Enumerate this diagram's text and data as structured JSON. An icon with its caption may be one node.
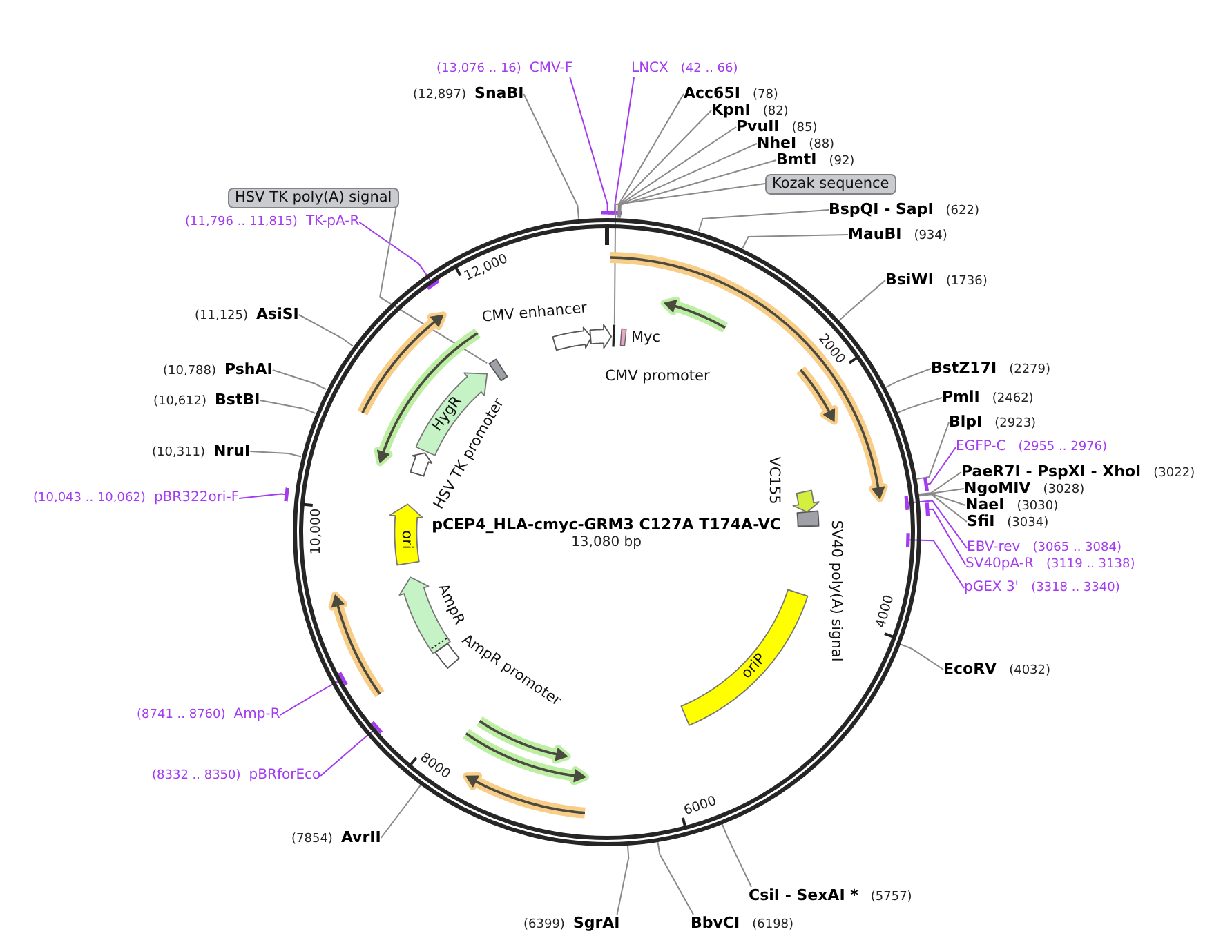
{
  "diagram": {
    "nodes": [
      {
        "text": [
          "pCEP4_HLA-cmyc-GRM3 C127A T174A-VC",
          "13,080 bp"
        ]
      },
      {
        "text": [],
        "shape": "arrow",
        "in": 0,
        "beside": [
          "CMV enhancer"
        ]
      },
      {
        "text": [],
        "shape": "arrow",
        "in": 0,
        "beside": [
          "CMV promoter"
        ]
      },
      {
        "text": [],
        "shape": "bar",
        "in": 0
      },
      {
        "text": [],
        "shape": "bar",
        "in": 0,
        "beside": [
          "Myc"
        ]
      },
      {
        "text": [],
        "shape": "box",
        "in": 0
      },
      {
        "text": [
          "HygR"
        ],
        "in": 0
      },
      {
        "text": [],
        "shape": "arrow",
        "in": 0,
        "beside": [
          "HSV TK promoter"
        ]
      },
      {
        "text": [
          "ori"
        ],
        "in": 0
      },
      {
        "text": [],
        "shape": "arrow",
        "in": 0,
        "beside": [
          "AmpR"
        ]
      },
      {
        "text": [],
        "shape": "box",
        "in": 0,
        "beside": [
          "AmpR promoter"
        ]
      },
      {
        "text": [
          "oriP"
        ],
        "in": 0
      },
      {
        "text": [],
        "shape": "box",
        "in": 0,
        "beside": [
          "SV40 poly(A) signal"
        ]
      },
      {
        "text": [],
        "shape": "arrow",
        "in": 0,
        "beside": [
          "VC155"
        ]
      },
      {
        "text": [
          "(13,076 .. 16)",
          "CMV-F"
        ]
      },
      {
        "text": [
          "LNCX",
          "(42 .. 66)"
        ]
      },
      {
        "text": [
          "Acc65I",
          "(78)"
        ]
      },
      {
        "text": [
          "KpnI",
          "(82)"
        ]
      },
      {
        "text": [
          "PvuII",
          "(85)"
        ]
      },
      {
        "text": [
          "NheI",
          "(88)"
        ]
      },
      {
        "text": [
          "BmtI",
          "(92)"
        ]
      },
      {
        "text": [
          "Kozak sequence"
        ]
      },
      {
        "text": [
          "BspQI - SapI",
          "(622)"
        ]
      },
      {
        "text": [
          "MauBI",
          "(934)"
        ]
      },
      {
        "text": [
          "BsiWI",
          "(1736)"
        ]
      },
      {
        "text": [
          "BstZ17I",
          "(2279)"
        ]
      },
      {
        "text": [
          "PmlI",
          "(2462)"
        ]
      },
      {
        "text": [
          "BlpI",
          "(2923)"
        ]
      },
      {
        "text": [
          "EGFP-C",
          "(2955 .. 2976)"
        ]
      },
      {
        "text": [
          "PaeR7I - PspXI - XhoI",
          "(3022)"
        ]
      },
      {
        "text": [
          "NgoMIV",
          "(3028)"
        ]
      },
      {
        "text": [
          "NaeI",
          "(3030)"
        ]
      },
      {
        "text": [
          "SfiI",
          "(3034)"
        ]
      },
      {
        "text": [
          "EBV-rev",
          "(3065 .. 3084)"
        ]
      },
      {
        "text": [
          "SV40pA-R",
          "(3119 .. 3138)"
        ]
      },
      {
        "text": [
          "pGEX 3'",
          "(3318 .. 3340)"
        ]
      },
      {
        "text": [
          "EcoRV",
          "(4032)"
        ]
      },
      {
        "text": [
          "CsiI - SexAI *",
          "(5757)"
        ]
      },
      {
        "text": [
          "BbvCI",
          "(6198)"
        ]
      },
      {
        "text": [
          "(6399)",
          "SgrAI"
        ]
      },
      {
        "text": [
          "(7854)",
          "AvrII"
        ]
      },
      {
        "text": [
          "(8332 .. 8350)",
          "pBRforEco"
        ]
      },
      {
        "text": [
          "(8741 .. 8760)",
          "Amp-R"
        ]
      },
      {
        "text": [
          "(10,043 .. 10,062)",
          "pBR322ori-F"
        ]
      },
      {
        "text": [
          "(10,311)",
          "NruI"
        ]
      },
      {
        "text": [
          "(10,612)",
          "BstBI"
        ]
      },
      {
        "text": [
          "(10,788)",
          "PshAI"
        ]
      },
      {
        "text": [
          "(11,125)",
          "AsiSI"
        ]
      },
      {
        "text": [
          "(11,796 .. 11,815)",
          "TK-pA-R"
        ]
      },
      {
        "text": [
          "HSV TK poly(A) signal"
        ]
      },
      {
        "text": [
          "(12,897)",
          "SnaBI"
        ]
      }
    ],
    "edges": [
      {
        "from": 14,
        "to": 0,
        "arrow": "other",
        "color": "#a33cf0"
      },
      {
        "from": 15,
        "to": 0,
        "arrow": "other",
        "color": "#a33cf0"
      },
      {
        "from": 16,
        "to": 0,
        "arrow": "none"
      },
      {
        "from": 17,
        "to": 0,
        "arrow": "none"
      },
      {
        "from": 18,
        "to": 0,
        "arrow": "none"
      },
      {
        "from": 19,
        "to": 0,
        "arrow": "none"
      },
      {
        "from": 20,
        "to": 0,
        "arrow": "none"
      },
      {
        "from": 21,
        "to": 3,
        "arrow": "none"
      },
      {
        "from": 22,
        "to": 0,
        "arrow": "none"
      },
      {
        "from": 23,
        "to": 0,
        "arrow": "none"
      },
      {
        "from": 24,
        "to": 0,
        "arrow": "none"
      },
      {
        "from": 25,
        "to": 0,
        "arrow": "none"
      },
      {
        "from": 26,
        "to": 0,
        "arrow": "none"
      },
      {
        "from": 27,
        "to": 0,
        "arrow": "none"
      },
      {
        "from": 28,
        "to": 0,
        "arrow": "other",
        "color": "#a33cf0"
      },
      {
        "from": 29,
        "to": 0,
        "arrow": "none"
      },
      {
        "from": 30,
        "to": 0,
        "arrow": "none"
      },
      {
        "from": 31,
        "to": 0,
        "arrow": "none"
      },
      {
        "from": 32,
        "to": 0,
        "arrow": "none"
      },
      {
        "from": 33,
        "to": 0,
        "arrow": "other",
        "color": "#a33cf0"
      },
      {
        "from": 34,
        "to": 0,
        "arrow": "other",
        "color": "#a33cf0"
      },
      {
        "from": 35,
        "to": 0,
        "arrow": "other",
        "color": "#a33cf0"
      },
      {
        "from": 36,
        "to": 0,
        "arrow": "none"
      },
      {
        "from": 37,
        "to": 0,
        "arrow": "none"
      },
      {
        "from": 38,
        "to": 0,
        "arrow": "none"
      },
      {
        "from": 39,
        "to": 0,
        "arrow": "none"
      },
      {
        "from": 40,
        "to": 0,
        "arrow": "none"
      },
      {
        "from": 41,
        "to": 0,
        "arrow": "other",
        "color": "#a33cf0"
      },
      {
        "from": 42,
        "to": 0,
        "arrow": "other",
        "color": "#a33cf0"
      },
      {
        "from": 43,
        "to": 0,
        "arrow": "other",
        "color": "#a33cf0"
      },
      {
        "from": 44,
        "to": 0,
        "arrow": "none"
      },
      {
        "from": 45,
        "to": 0,
        "arrow": "none"
      },
      {
        "from": 46,
        "to": 0,
        "arrow": "none"
      },
      {
        "from": 47,
        "to": 0,
        "arrow": "none"
      },
      {
        "from": 48,
        "to": 0,
        "arrow": "other",
        "color": "#a33cf0"
      },
      {
        "from": 49,
        "to": 5,
        "arrow": "none"
      },
      {
        "from": 50,
        "to": 0,
        "arrow": "none"
      }
    ],
    "labels": [
      "2000",
      "4000",
      "6000",
      "8000",
      "10,000",
      "12,000"
    ]
  }
}
